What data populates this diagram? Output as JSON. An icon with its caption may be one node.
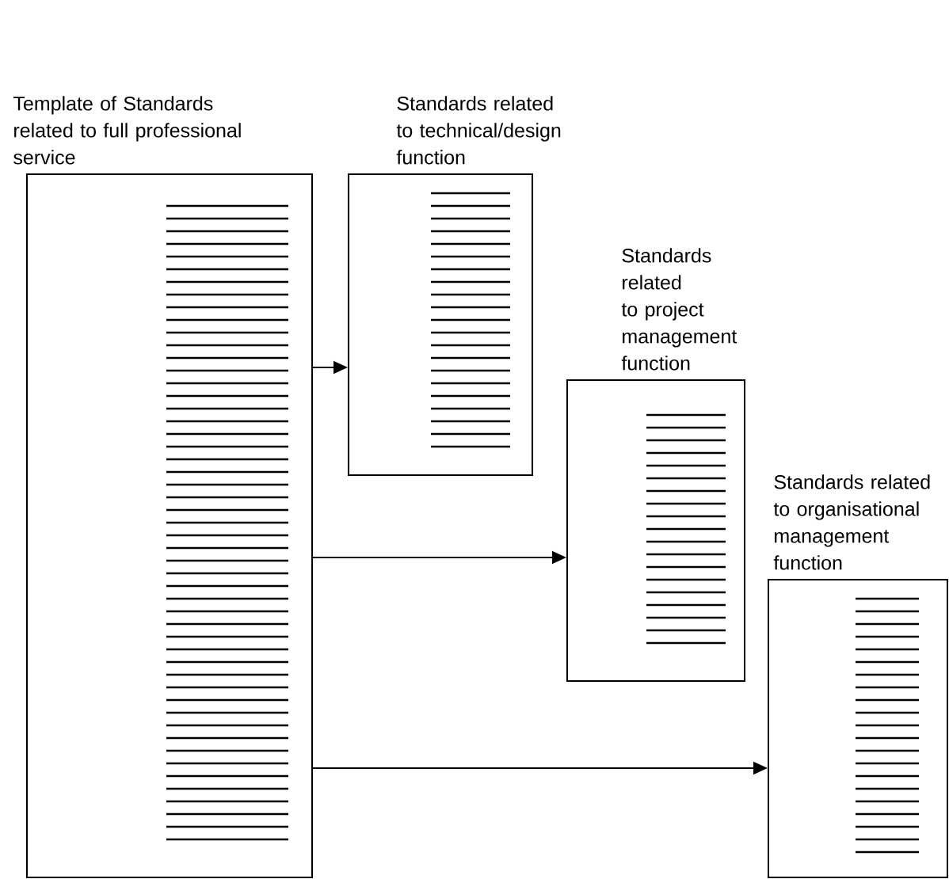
{
  "diagram": {
    "nodes": [
      {
        "text": [
          "Template of Standards related to full professional service"
        ]
      },
      {
        "text": [
          "Standards related to technical/design function"
        ]
      },
      {
        "text": [
          "Standards related to project management function"
        ]
      },
      {
        "text": [
          "Standards related to organisational management function"
        ]
      }
    ],
    "edges": [
      {
        "from": 0,
        "to": 1,
        "arrow": "to"
      },
      {
        "from": 0,
        "to": 2,
        "arrow": "to"
      },
      {
        "from": 0,
        "to": 3,
        "arrow": "to"
      }
    ]
  }
}
